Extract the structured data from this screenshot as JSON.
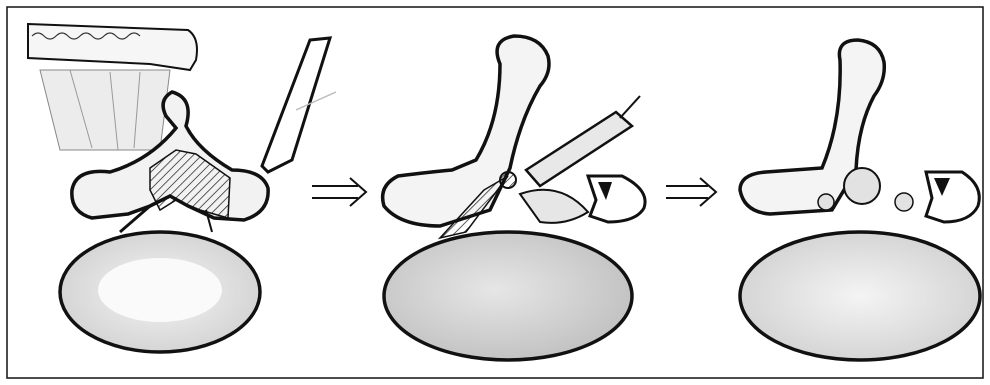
{
  "figure": {
    "panels": [
      {
        "id": "panel-1",
        "description_icon": "vertebra-with-saw-icon"
      },
      {
        "id": "panel-2",
        "description_icon": "vertebra-with-burr-drill-icon"
      },
      {
        "id": "panel-3",
        "description_icon": "decompressed-vertebra-icon"
      }
    ],
    "arrows": [
      "double-arrow-right",
      "double-arrow-right"
    ],
    "colors": {
      "ink": "#111111",
      "shade": "#d9d9d9",
      "light_shade": "#eeeeee"
    }
  }
}
